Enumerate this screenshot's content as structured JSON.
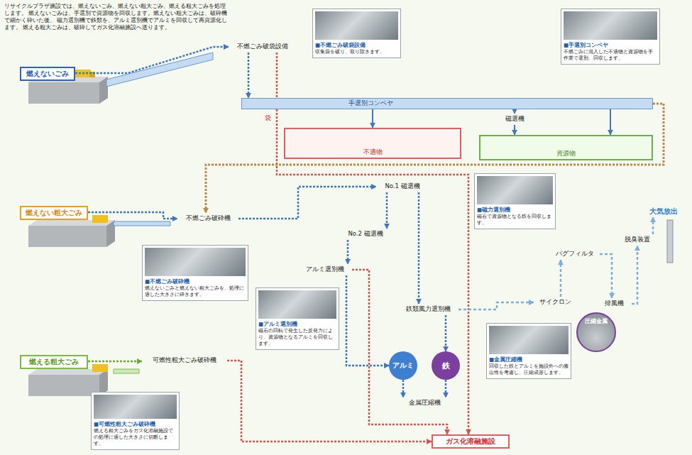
{
  "diagram": {
    "caption": "リサイクルプラザ施設では、燃えないごみ、燃えない粗大ごみ、燃える粗大ごみを処理します。 燃えないごみは、手選別で資源物を回収します。燃えない粗大ごみは、破砕機で細かく砕いた後、 磁力選別機で鉄類を、アルミ選別機でアルミを回収して再資源化します。 燃える粗大ごみは、破砕してガス化溶融施設へ送ります。",
    "nodes": [
      {
        "text": [
          "燃えないごみ"
        ]
      },
      {
        "text": [
          "不燃ごみ破袋設備"
        ]
      },
      {
        "text": [
          "手選別コンベヤ"
        ]
      },
      {
        "text": [
          "不適物"
        ]
      },
      {
        "text": [
          "磁選機"
        ]
      },
      {
        "text": [
          "資源物"
        ]
      },
      {
        "text": [
          "燃えない粗大ごみ"
        ]
      },
      {
        "text": [
          "不燃ごみ破砕機"
        ]
      },
      {
        "text": [
          "No.1 磁選機"
        ]
      },
      {
        "text": [
          "No.2 磁選機"
        ]
      },
      {
        "text": [
          "アルミ選別機"
        ]
      },
      {
        "text": [
          "鉄類風力選別機"
        ]
      },
      {
        "text": [
          "アルミ"
        ]
      },
      {
        "text": [
          "鉄"
        ]
      },
      {
        "text": [
          "金属圧縮機"
        ]
      },
      {
        "text": [
          "燃える粗大ごみ"
        ]
      },
      {
        "text": [
          "可燃性粗大ごみ破砕機"
        ]
      },
      {
        "text": [
          "ガス化溶融施設"
        ]
      },
      {
        "text": [
          "サイクロン"
        ]
      },
      {
        "text": [
          "バグフィルタ"
        ]
      },
      {
        "text": [
          "排風機"
        ]
      },
      {
        "text": [
          "脱臭装置"
        ]
      },
      {
        "text": [
          "大気放出"
        ]
      },
      {
        "text": [
          "■不燃ごみ破袋設備",
          "収集袋を破り、取り除きます。"
        ]
      },
      {
        "text": [
          "■手選別コンベヤ",
          "不燃ごみに混入した不適物と資源物を手作業で選別、回収します。"
        ]
      },
      {
        "text": [
          "■不燃ごみ破砕機",
          "燃えないごみと燃えない粗大ごみを、処理に適した大きさに砕きます。"
        ]
      },
      {
        "text": [
          "■磁力選別機",
          "磁石で資源物となる鉄を回収します。"
        ]
      },
      {
        "text": [
          "■アルミ選別機",
          "磁石の回転で発生した反発力により、資源物となるアルミを回収します。"
        ]
      },
      {
        "text": [
          "■金属圧縮機",
          "回収した鉄とアルミを施設外への搬出性を考慮し、圧縮成形します。"
        ]
      },
      {
        "text": [
          "■可燃性粗大ごみ破砕機",
          "燃える粗大ごみをガス化溶融施設での処理に適した大きさに切断します。"
        ]
      },
      {
        "text": [
          "圧縮金属"
        ]
      }
    ],
    "edges": [
      {
        "from": 0,
        "to": 1,
        "arrow": "to"
      },
      {
        "from": 1,
        "to": 2,
        "arrow": "to"
      },
      {
        "from": 1,
        "to": 17,
        "arrow": "to"
      },
      {
        "from": 2,
        "to": 3,
        "arrow": "to"
      },
      {
        "from": 2,
        "to": 4,
        "arrow": "to"
      },
      {
        "from": 4,
        "to": 5,
        "arrow": "to"
      },
      {
        "from": 2,
        "to": 5,
        "arrow": "to"
      },
      {
        "from": 2,
        "to": 7,
        "arrow": "to"
      },
      {
        "from": 6,
        "to": 7,
        "arrow": "to"
      },
      {
        "from": 7,
        "to": 8,
        "arrow": "to"
      },
      {
        "from": 8,
        "to": 9,
        "arrow": "to"
      },
      {
        "from": 9,
        "to": 10,
        "arrow": "to"
      },
      {
        "from": 8,
        "to": 11,
        "arrow": "to"
      },
      {
        "from": 10,
        "to": 17,
        "arrow": "to"
      },
      {
        "from": 10,
        "to": 12,
        "arrow": "to"
      },
      {
        "from": 11,
        "to": 13,
        "arrow": "to"
      },
      {
        "from": 11,
        "to": 18,
        "arrow": "to"
      },
      {
        "from": 18,
        "to": 19,
        "arrow": "to"
      },
      {
        "from": 19,
        "to": 20,
        "arrow": "to"
      },
      {
        "from": 20,
        "to": 21,
        "arrow": "to"
      },
      {
        "from": 21,
        "to": 22,
        "arrow": "to"
      },
      {
        "from": 12,
        "to": 14,
        "arrow": "to"
      },
      {
        "from": 13,
        "to": 14,
        "arrow": "to"
      },
      {
        "from": 15,
        "to": 16,
        "arrow": "to"
      },
      {
        "from": 16,
        "to": 17,
        "arrow": "to"
      }
    ],
    "labels": [
      "袋"
    ]
  }
}
